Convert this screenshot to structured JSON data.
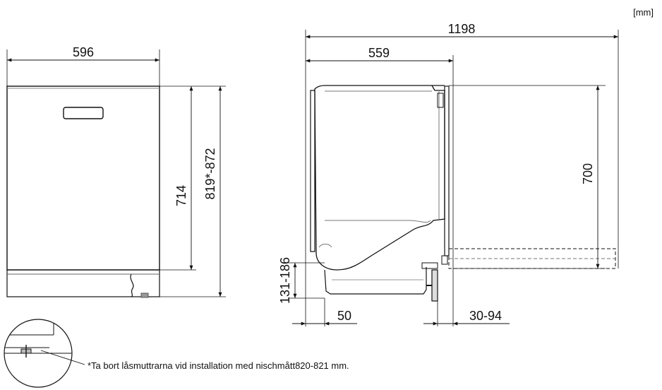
{
  "unit_label": "[mm]",
  "front_view": {
    "width": "596",
    "door_height": "714",
    "niche_height": "819*-872"
  },
  "side_view": {
    "open_depth": "1198",
    "depth": "559",
    "height": "700",
    "foot_adjust": "131-186",
    "toe_offset": "50",
    "rear_clearance": "30-94"
  },
  "footnote": "*Ta bort låsmuttrarna vid installation med nischmått820-821 mm."
}
